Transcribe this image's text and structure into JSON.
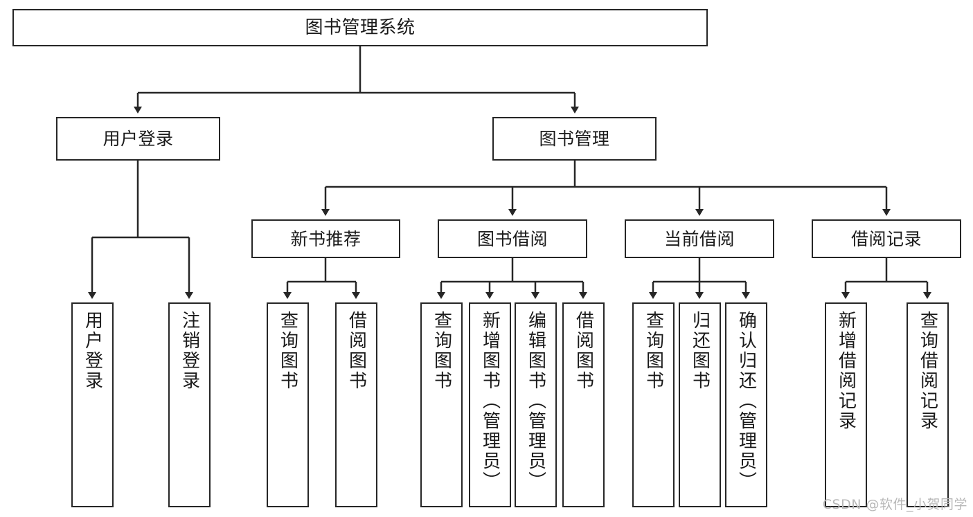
{
  "diagram": {
    "title": "图书管理系统",
    "type": "hierarchy-tree",
    "watermark": "CSDN @软件_小贺同学",
    "colors": {
      "stroke": "#262626",
      "fill": "#ffffff",
      "text": "#1a1a1a",
      "watermark": "#b8b8b8"
    },
    "nodes": {
      "root": {
        "label": "图书管理系统"
      },
      "level2": [
        {
          "label": "用户登录"
        },
        {
          "label": "图书管理"
        }
      ],
      "level3": [
        {
          "label": "新书推荐"
        },
        {
          "label": "图书借阅"
        },
        {
          "label": "当前借阅"
        },
        {
          "label": "借阅记录"
        }
      ],
      "leaves": {
        "user_login": [
          {
            "label": "用户登录"
          },
          {
            "label": "注销登录"
          }
        ],
        "new_book_recommend": [
          {
            "label": "查询图书"
          },
          {
            "label": "借阅图书"
          }
        ],
        "book_borrow": [
          {
            "label": "查询图书"
          },
          {
            "label": "新增图书（管理员）"
          },
          {
            "label": "编辑图书（管理员）"
          },
          {
            "label": "借阅图书"
          }
        ],
        "current_borrow": [
          {
            "label": "查询图书"
          },
          {
            "label": "归还图书"
          },
          {
            "label": "确认归还（管理员）"
          }
        ],
        "borrow_record": [
          {
            "label": "新增借阅记录"
          },
          {
            "label": "查询借阅记录"
          }
        ]
      }
    }
  }
}
